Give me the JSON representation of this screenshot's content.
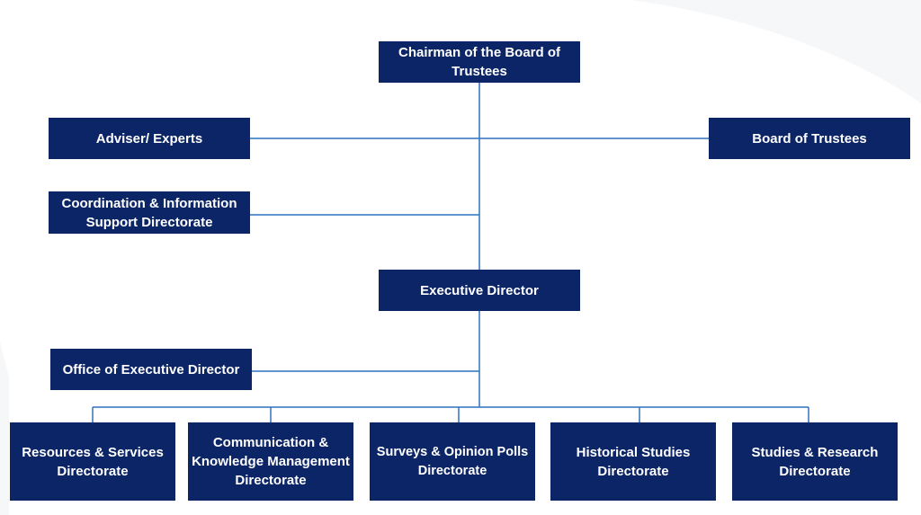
{
  "org_chart": {
    "chairman": "Chairman of the Board of Trustees",
    "adviser": "Adviser/ Experts",
    "board": "Board of Trustees",
    "coordination": "Coordination & Information Support Directorate",
    "executive": "Executive Director",
    "office": "Office of Executive Director",
    "directorates": {
      "resources": "Resources & Services Directorate",
      "communication": "Communication & Knowledge Management Directorate",
      "surveys": "Surveys & Opinion Polls Directorate",
      "historical": "Historical Studies Directorate",
      "studies": "Studies & Research Directorate"
    }
  },
  "colors": {
    "box_fill": "#0c2566",
    "box_text": "#ffffff",
    "connector": "#2f72c0",
    "background_shade": "#f3f5f8"
  }
}
